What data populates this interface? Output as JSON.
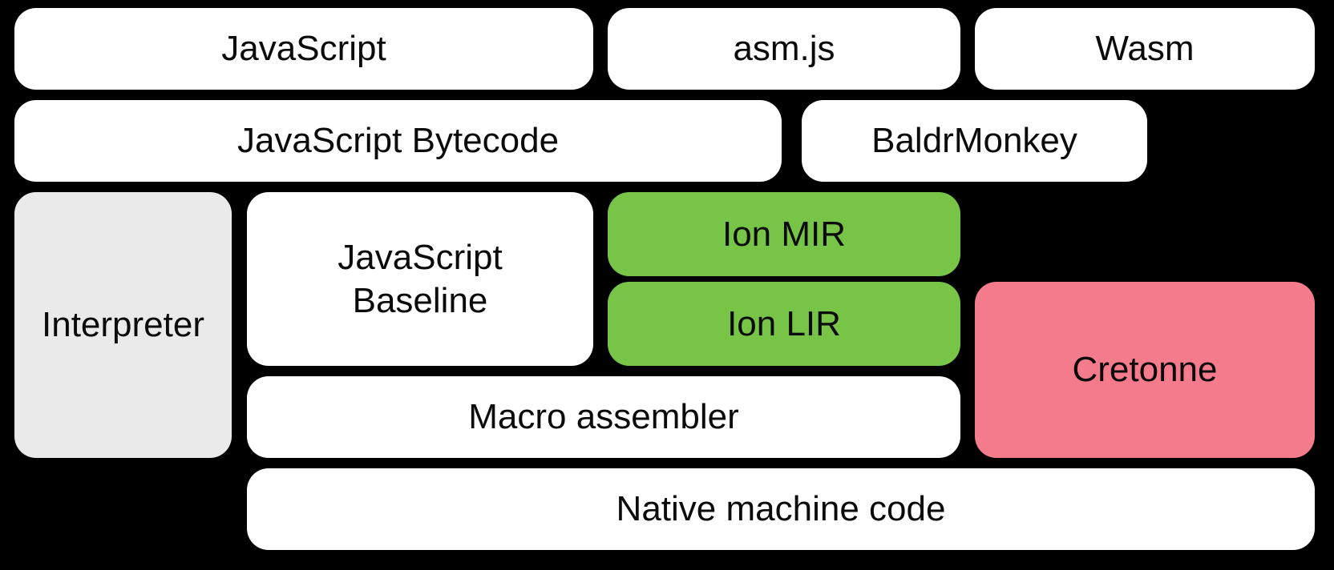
{
  "colors": {
    "background": "#000000",
    "box": "#ffffff",
    "interpreter": "#eaeaea",
    "ion": "#77c447",
    "cretonne": "#f47b8c",
    "text": "#0b0b0b"
  },
  "diagram": {
    "boxes": [
      {
        "id": "javascript",
        "label": "JavaScript",
        "kind": "white"
      },
      {
        "id": "asm-js",
        "label": "asm.js",
        "kind": "white"
      },
      {
        "id": "wasm",
        "label": "Wasm",
        "kind": "white"
      },
      {
        "id": "javascript-bytecode",
        "label": "JavaScript Bytecode",
        "kind": "white"
      },
      {
        "id": "baldrmonkey",
        "label": "BaldrMonkey",
        "kind": "white"
      },
      {
        "id": "interpreter",
        "label": "Interpreter",
        "kind": "gray"
      },
      {
        "id": "javascript-baseline",
        "label": "JavaScript Baseline",
        "kind": "white"
      },
      {
        "id": "ion-mir",
        "label": "Ion MIR",
        "kind": "green"
      },
      {
        "id": "ion-lir",
        "label": "Ion LIR",
        "kind": "green"
      },
      {
        "id": "cretonne",
        "label": "Cretonne",
        "kind": "pink"
      },
      {
        "id": "macro-assembler",
        "label": "Macro assembler",
        "kind": "white"
      },
      {
        "id": "native-machine-code",
        "label": "Native machine code",
        "kind": "white"
      }
    ]
  }
}
